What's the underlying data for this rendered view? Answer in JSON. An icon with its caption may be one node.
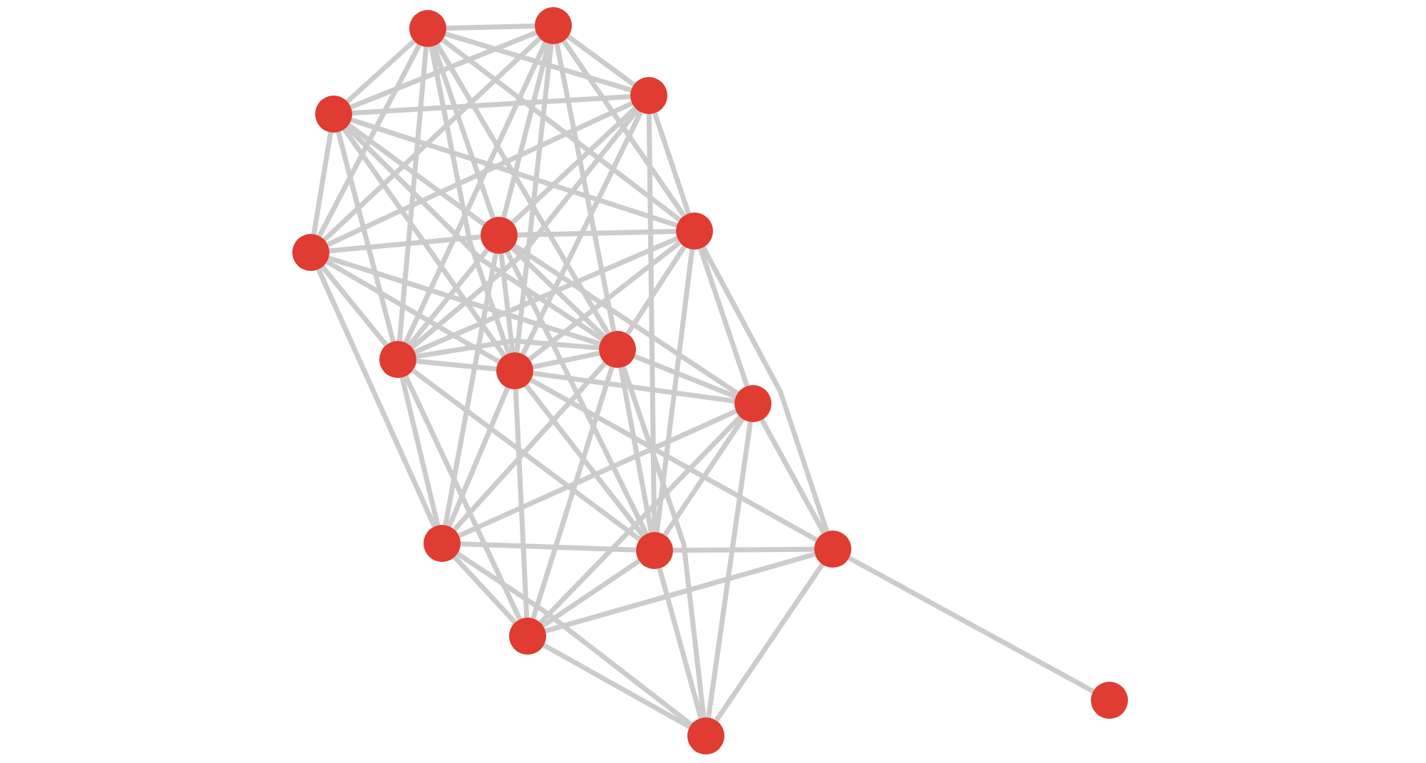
{
  "diagram": {
    "nodes": [
      {
        "text": [],
        "shape": "circle"
      },
      {
        "text": [],
        "shape": "circle"
      },
      {
        "text": [],
        "shape": "circle"
      },
      {
        "text": [],
        "shape": "circle"
      },
      {
        "text": [],
        "shape": "circle"
      },
      {
        "text": [],
        "shape": "circle"
      },
      {
        "text": [],
        "shape": "circle"
      },
      {
        "text": [],
        "shape": "circle"
      },
      {
        "text": [],
        "shape": "circle"
      },
      {
        "text": [],
        "shape": "circle"
      },
      {
        "text": [],
        "shape": "circle"
      },
      {
        "text": [],
        "shape": "circle"
      },
      {
        "text": [],
        "shape": "circle"
      },
      {
        "text": [],
        "shape": "circle"
      },
      {
        "text": [],
        "shape": "circle"
      },
      {
        "text": [],
        "shape": "circle"
      },
      {
        "text": [],
        "shape": "circle"
      }
    ],
    "edges": [
      {
        "from": 1,
        "to": 0,
        "arrow": "none"
      },
      {
        "from": 1,
        "to": 3,
        "arrow": "none"
      },
      {
        "from": 1,
        "to": 2,
        "arrow": "none"
      },
      {
        "from": 1,
        "to": 6,
        "arrow": "none"
      },
      {
        "from": 1,
        "to": 5,
        "arrow": "none"
      },
      {
        "from": 1,
        "to": 4,
        "arrow": "none"
      },
      {
        "from": 1,
        "to": 8,
        "arrow": "none"
      },
      {
        "from": 1,
        "to": 9,
        "arrow": "none"
      },
      {
        "from": 1,
        "to": 7,
        "arrow": "none"
      },
      {
        "from": 0,
        "to": 3,
        "arrow": "none"
      },
      {
        "from": 0,
        "to": 2,
        "arrow": "none"
      },
      {
        "from": 0,
        "to": 6,
        "arrow": "none"
      },
      {
        "from": 0,
        "to": 5,
        "arrow": "none"
      },
      {
        "from": 0,
        "to": 4,
        "arrow": "none"
      },
      {
        "from": 0,
        "to": 8,
        "arrow": "none"
      },
      {
        "from": 0,
        "to": 9,
        "arrow": "none"
      },
      {
        "from": 0,
        "to": 7,
        "arrow": "none"
      },
      {
        "from": 3,
        "to": 2,
        "arrow": "none"
      },
      {
        "from": 3,
        "to": 6,
        "arrow": "none"
      },
      {
        "from": 3,
        "to": 5,
        "arrow": "none"
      },
      {
        "from": 3,
        "to": 4,
        "arrow": "none"
      },
      {
        "from": 3,
        "to": 8,
        "arrow": "none"
      },
      {
        "from": 3,
        "to": 9,
        "arrow": "none"
      },
      {
        "from": 3,
        "to": 7,
        "arrow": "none"
      },
      {
        "from": 2,
        "to": 5,
        "arrow": "none"
      },
      {
        "from": 2,
        "to": 4,
        "arrow": "none"
      },
      {
        "from": 2,
        "to": 8,
        "arrow": "none"
      },
      {
        "from": 2,
        "to": 9,
        "arrow": "none"
      },
      {
        "from": 2,
        "to": 6,
        "arrow": "none"
      },
      {
        "from": 2,
        "to": 13,
        "arrow": "none"
      },
      {
        "from": 6,
        "to": 5,
        "arrow": "none"
      },
      {
        "from": 6,
        "to": 8,
        "arrow": "none"
      },
      {
        "from": 6,
        "to": 9,
        "arrow": "none"
      },
      {
        "from": 6,
        "to": 7,
        "arrow": "none"
      },
      {
        "from": 6,
        "to": 11,
        "arrow": "none"
      },
      {
        "from": 5,
        "to": 4,
        "arrow": "none"
      },
      {
        "from": 5,
        "to": 8,
        "arrow": "none"
      },
      {
        "from": 5,
        "to": 9,
        "arrow": "none"
      },
      {
        "from": 5,
        "to": 7,
        "arrow": "none"
      },
      {
        "from": 5,
        "to": 10,
        "arrow": "none"
      },
      {
        "from": 5,
        "to": 11,
        "arrow": "none"
      },
      {
        "from": 5,
        "to": 13,
        "arrow": "none"
      },
      {
        "from": 4,
        "to": 8,
        "arrow": "none"
      },
      {
        "from": 4,
        "to": 9,
        "arrow": "none"
      },
      {
        "from": 4,
        "to": 7,
        "arrow": "none"
      },
      {
        "from": 4,
        "to": 10,
        "arrow": "none"
      },
      {
        "from": 4,
        "to": 13,
        "arrow": "none"
      },
      {
        "from": 4,
        "to": 12,
        "arrow": "none"
      },
      {
        "from": 8,
        "to": 9,
        "arrow": "none"
      },
      {
        "from": 8,
        "to": 7,
        "arrow": "none"
      },
      {
        "from": 8,
        "to": 11,
        "arrow": "none"
      },
      {
        "from": 8,
        "to": 13,
        "arrow": "none"
      },
      {
        "from": 8,
        "to": 14,
        "arrow": "none"
      },
      {
        "from": 9,
        "to": 7,
        "arrow": "none"
      },
      {
        "from": 9,
        "to": 10,
        "arrow": "none"
      },
      {
        "from": 9,
        "to": 11,
        "arrow": "none"
      },
      {
        "from": 9,
        "to": 13,
        "arrow": "none"
      },
      {
        "from": 9,
        "to": 12,
        "arrow": "none"
      },
      {
        "from": 9,
        "to": 14,
        "arrow": "none"
      },
      {
        "from": 7,
        "to": 10,
        "arrow": "none"
      },
      {
        "from": 7,
        "to": 11,
        "arrow": "none"
      },
      {
        "from": 7,
        "to": 13,
        "arrow": "none"
      },
      {
        "from": 7,
        "to": 14,
        "arrow": "none"
      },
      {
        "from": 7,
        "to": 16,
        "arrow": "none"
      },
      {
        "from": 10,
        "to": 11,
        "arrow": "none"
      },
      {
        "from": 10,
        "to": 13,
        "arrow": "none"
      },
      {
        "from": 10,
        "to": 12,
        "arrow": "none"
      },
      {
        "from": 10,
        "to": 14,
        "arrow": "none"
      },
      {
        "from": 10,
        "to": 16,
        "arrow": "none"
      },
      {
        "from": 11,
        "to": 13,
        "arrow": "none"
      },
      {
        "from": 11,
        "to": 14,
        "arrow": "none"
      },
      {
        "from": 11,
        "to": 16,
        "arrow": "none"
      },
      {
        "from": 13,
        "to": 12,
        "arrow": "none"
      },
      {
        "from": 13,
        "to": 14,
        "arrow": "none"
      },
      {
        "from": 13,
        "to": 16,
        "arrow": "none"
      },
      {
        "from": 12,
        "to": 14,
        "arrow": "none"
      },
      {
        "from": 12,
        "to": 16,
        "arrow": "none"
      },
      {
        "from": 12,
        "to": 15,
        "arrow": "none"
      },
      {
        "from": 14,
        "to": 16,
        "arrow": "none"
      }
    ]
  }
}
